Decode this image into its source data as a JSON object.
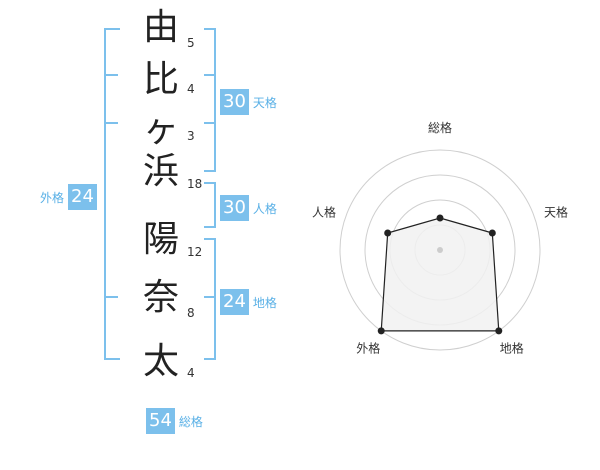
{
  "name": {
    "chars": [
      {
        "char": "由",
        "strokes": "5"
      },
      {
        "char": "比",
        "strokes": "4"
      },
      {
        "char": "ヶ",
        "strokes": "3"
      },
      {
        "char": "浜",
        "strokes": "18"
      },
      {
        "char": "陽",
        "strokes": "12"
      },
      {
        "char": "奈",
        "strokes": "8"
      },
      {
        "char": "太",
        "strokes": "4"
      }
    ]
  },
  "kakaku": {
    "tenkaku": {
      "value": "30",
      "label": "天格"
    },
    "jinkaku": {
      "value": "30",
      "label": "人格"
    },
    "chikaku": {
      "value": "24",
      "label": "地格"
    },
    "gaikaku": {
      "value": "24",
      "label": "外格"
    },
    "soukaku": {
      "value": "54",
      "label": "総格"
    }
  },
  "chart_data": {
    "type": "radar",
    "axes": [
      "総格",
      "天格",
      "地格",
      "外格",
      "人格"
    ],
    "values": [
      0.32,
      0.55,
      1.0,
      1.0,
      0.55
    ],
    "max": 1,
    "rings": 4,
    "colors": {
      "fill": "#f1f1f1",
      "line": "#222222",
      "ring": "#cfcfcf",
      "accent": "#7cc0ec"
    }
  }
}
